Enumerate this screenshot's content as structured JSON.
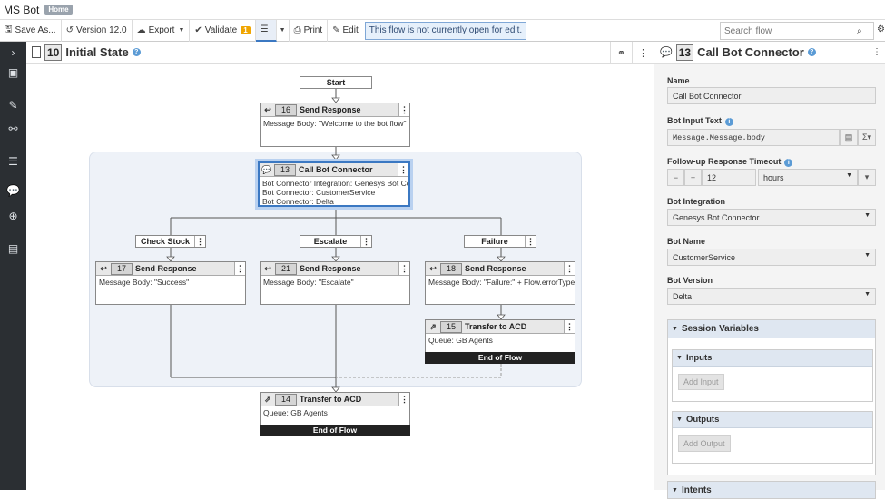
{
  "app": {
    "title": "MS Bot",
    "badge": "Home"
  },
  "toolbar": {
    "save_as": "Save As...",
    "version": "Version 12.0",
    "export": "Export",
    "validate": "Validate",
    "validate_count": "1",
    "print": "Print",
    "edit": "Edit",
    "notice": "This flow is not currently open for edit.",
    "search_placeholder": "Search flow"
  },
  "canvas": {
    "state_number": "10",
    "state_title": "Initial State",
    "start_label": "Start",
    "nodes": {
      "n16": {
        "num": "16",
        "title": "Send Response",
        "body": [
          "Message Body: \"Welcome to the bot flow\""
        ]
      },
      "n13": {
        "num": "13",
        "title": "Call Bot Connector",
        "body": [
          "Bot Connector Integration: Genesys Bot Co...",
          "Bot Connector: CustomerService",
          "Bot Connector: Delta"
        ]
      },
      "n17": {
        "num": "17",
        "title": "Send Response",
        "body": [
          "Message Body: \"Success\""
        ]
      },
      "n21": {
        "num": "21",
        "title": "Send Response",
        "body": [
          "Message Body: \"Escalate\""
        ]
      },
      "n18": {
        "num": "18",
        "title": "Send Response",
        "body": [
          "Message Body: \"Failure:\" + Flow.errorType +..."
        ]
      },
      "n15": {
        "num": "15",
        "title": "Transfer to ACD",
        "body": [
          "Queue: GB Agents"
        ],
        "footer": "End of Flow"
      },
      "n14": {
        "num": "14",
        "title": "Transfer to ACD",
        "body": [
          "Queue: GB Agents"
        ],
        "footer": "End of Flow"
      }
    },
    "paths": {
      "check_stock": "Check Stock",
      "escalate": "Escalate",
      "failure": "Failure"
    }
  },
  "panel": {
    "number": "13",
    "title": "Call Bot Connector",
    "name_label": "Name",
    "name_value": "Call Bot Connector",
    "bot_input_label": "Bot Input Text",
    "bot_input_value": "Message.Message.body",
    "followup_label": "Follow-up Response Timeout",
    "followup_value": "12",
    "followup_unit": "hours",
    "integration_label": "Bot Integration",
    "integration_value": "Genesys Bot Connector",
    "bot_name_label": "Bot Name",
    "bot_name_value": "CustomerService",
    "bot_version_label": "Bot Version",
    "bot_version_value": "Delta",
    "session_vars": "Session Variables",
    "inputs": "Inputs",
    "add_input": "Add Input",
    "outputs": "Outputs",
    "add_output": "Add Output",
    "intents": "Intents"
  }
}
